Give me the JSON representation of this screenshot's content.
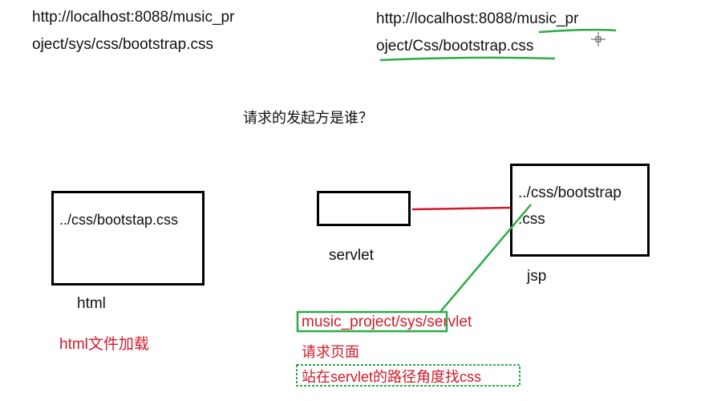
{
  "left_url": {
    "line1": "http://localhost:8088/music_pr",
    "line2": "oject/sys/css/bootstrap.css"
  },
  "right_url": {
    "line1": "http://localhost:8088/music_pr",
    "line2": "oject/Css/bootstrap.css"
  },
  "question": "请求的发起方是谁？",
  "html_box": {
    "content": "../css/bootstap.css",
    "caption": "html",
    "note": "html文件加载"
  },
  "servlet_box": {
    "caption": "servlet"
  },
  "jsp_box": {
    "content_line1": "../css/bootstrap",
    "content_line2": ".css",
    "caption": "jsp"
  },
  "servlet_notes": {
    "path": "music_project/sys/servlet",
    "request_page": "请求页面",
    "find_css": "站在servlet的路径角度找css"
  },
  "colors": {
    "red_text": "#d11a2a",
    "green_mark": "#2eaa4a",
    "red_line": "#d11a2a"
  }
}
